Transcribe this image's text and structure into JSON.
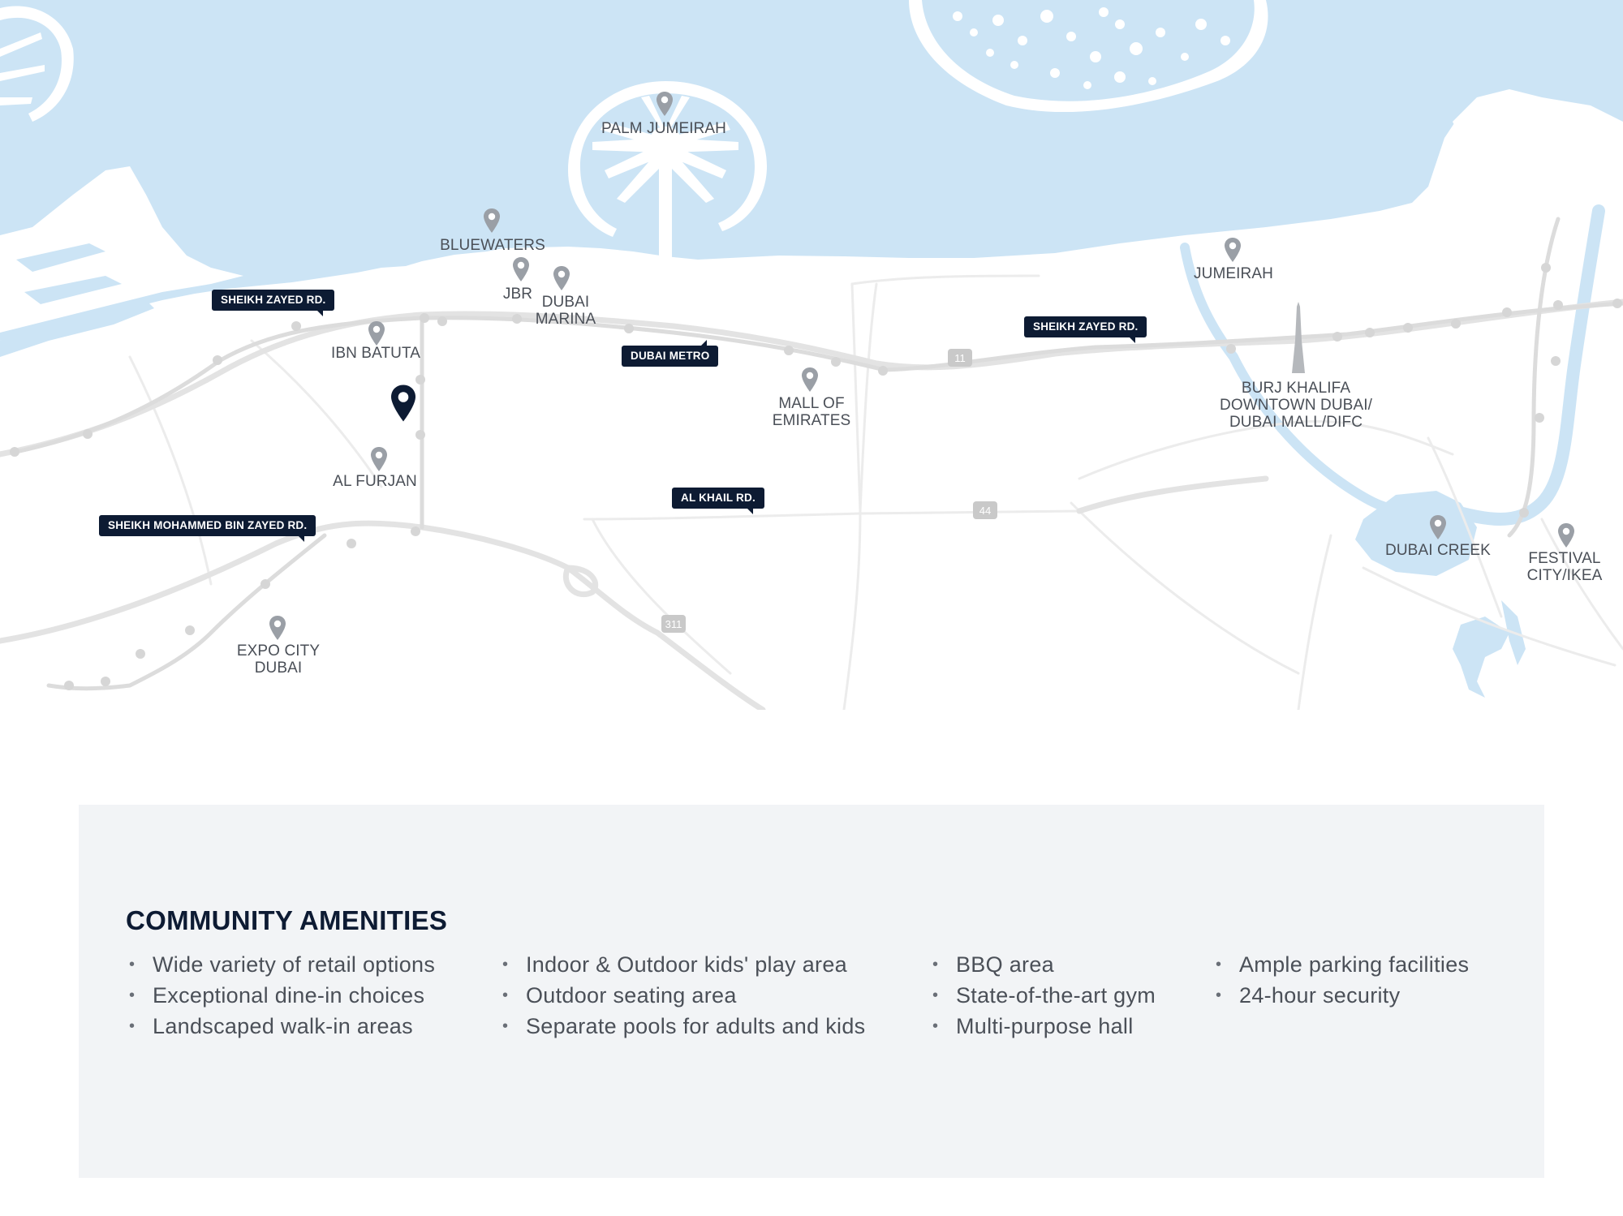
{
  "map": {
    "colors": {
      "water": "#cce4f5",
      "land": "#ffffff",
      "road_major": "#e3e3e3",
      "road_minor": "#ececec",
      "pin_grey": "#9a9fa6",
      "pin_selected": "#0d1b33",
      "tag_bg": "#0d1b33"
    },
    "places": [
      {
        "id": "palm-jumeirah",
        "label": "PALM JUMEIRAH"
      },
      {
        "id": "bluewaters",
        "label": "BLUEWATERS"
      },
      {
        "id": "jbr",
        "label": "JBR"
      },
      {
        "id": "dubai-marina",
        "label": "DUBAI\nMARINA"
      },
      {
        "id": "ibn-batuta",
        "label": "IBN BATUTA"
      },
      {
        "id": "al-furjan",
        "label": "AL FURJAN"
      },
      {
        "id": "mall-of-emirates",
        "label": "MALL OF\nEMIRATES"
      },
      {
        "id": "jumeirah",
        "label": "JUMEIRAH"
      },
      {
        "id": "burj-khalifa",
        "label": "BURJ KHALIFA\nDOWNTOWN DUBAI/\nDUBAI MALL/DIFC"
      },
      {
        "id": "dubai-creek",
        "label": "DUBAI CREEK"
      },
      {
        "id": "festival-city",
        "label": "FESTIVAL\nCITY/IKEA"
      },
      {
        "id": "expo-city",
        "label": "EXPO CITY\nDUBAI"
      }
    ],
    "road_tags": [
      {
        "id": "sheikh-zayed-1",
        "label": "SHEIKH ZAYED RD."
      },
      {
        "id": "sheikh-zayed-2",
        "label": "SHEIKH ZAYED RD."
      },
      {
        "id": "dubai-metro",
        "label": "DUBAI METRO"
      },
      {
        "id": "al-khail",
        "label": "AL KHAIL RD."
      },
      {
        "id": "sheikh-mohammed",
        "label": "SHEIKH MOHAMMED BIN ZAYED RD."
      }
    ],
    "highway_shields": [
      "11",
      "44",
      "311"
    ],
    "selected_pin": "project-location-pin-icon"
  },
  "amenities": {
    "title": "COMMUNITY AMENITIES",
    "columns": [
      [
        "Wide variety of retail options",
        "Exceptional dine-in choices",
        "Landscaped walk-in areas"
      ],
      [
        "Indoor & Outdoor kids' play area",
        "Outdoor seating area",
        "Separate pools for adults and kids"
      ],
      [
        "BBQ area",
        "State-of-the-art gym",
        "Multi-purpose hall"
      ],
      [
        "Ample parking facilities",
        "24-hour security"
      ]
    ]
  }
}
